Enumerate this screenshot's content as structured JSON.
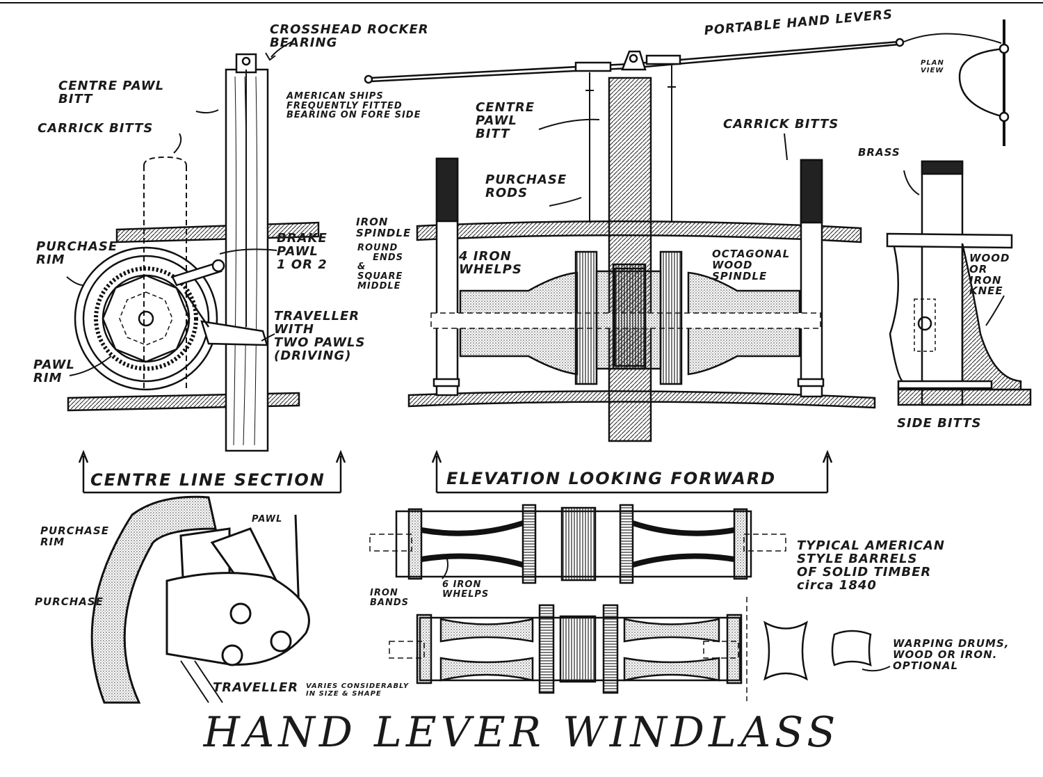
{
  "title": "HAND LEVER WINDLASS",
  "views": {
    "centre_line_section": "CENTRE LINE SECTION",
    "elevation_looking_forward": "ELEVATION LOOKING FORWARD",
    "side_bitts": "SIDE BITTS",
    "plan_view": "PLAN\nVIEW",
    "typical_barrels": "TYPICAL AMERICAN\nSTYLE BARRELS\nOF SOLID TIMBER\ncirca 1840"
  },
  "labels": {
    "crosshead": "CROSSHEAD ROCKER\nBEARING",
    "centre_pawl_bitt_left": "CENTRE PAWL\nBITT",
    "american_ships": "AMERICAN SHIPS\nFREQUENTLY FITTED\nBEARING ON FORE SIDE",
    "carrick_bitts_left": "CARRICK BITTS",
    "purchase_rim_top": "PURCHASE\nRIM",
    "brake_pawl": "BRAKE\nPAWL\n1 OR 2",
    "traveller_two_pawls": "TRAVELLER\nWITH\nTWO PAWLS\n(DRIVING)",
    "pawl_rim": "PAWL\nRIM",
    "portable_hand_levers": "PORTABLE HAND LEVERS",
    "centre_pawl_bitt_mid": "CENTRE\nPAWL\nBITT",
    "purchase_rods": "PURCHASE\nRODS",
    "carrick_bitts_right": "CARRICK BITTS",
    "iron_spindle": "IRON\nSPINDLE",
    "round_ends": "ROUND\n    ENDS\n&\nSQUARE\nMIDDLE",
    "four_iron_whelps": "4 IRON\nWHELPS",
    "octagonal_spindle": "OCTAGONAL\nWOOD\nSPINDLE",
    "brass": "BRASS",
    "wood_or_iron_knee": "WOOD\nOR\nIRON\nKNEE",
    "purchase_rim_bottom": "PURCHASE\nRIM",
    "purchase": "PURCHASE",
    "pawl": "PAWL",
    "traveller": "TRAVELLER",
    "traveller_note": "VARIES CONSIDERABLY\nIN SIZE & SHAPE",
    "six_iron_whelps": "6 IRON\nWHELPS",
    "iron_bands": "IRON\nBANDS",
    "warping_drums": "WARPING DRUMS,\nWOOD OR IRON.\nOPTIONAL"
  }
}
